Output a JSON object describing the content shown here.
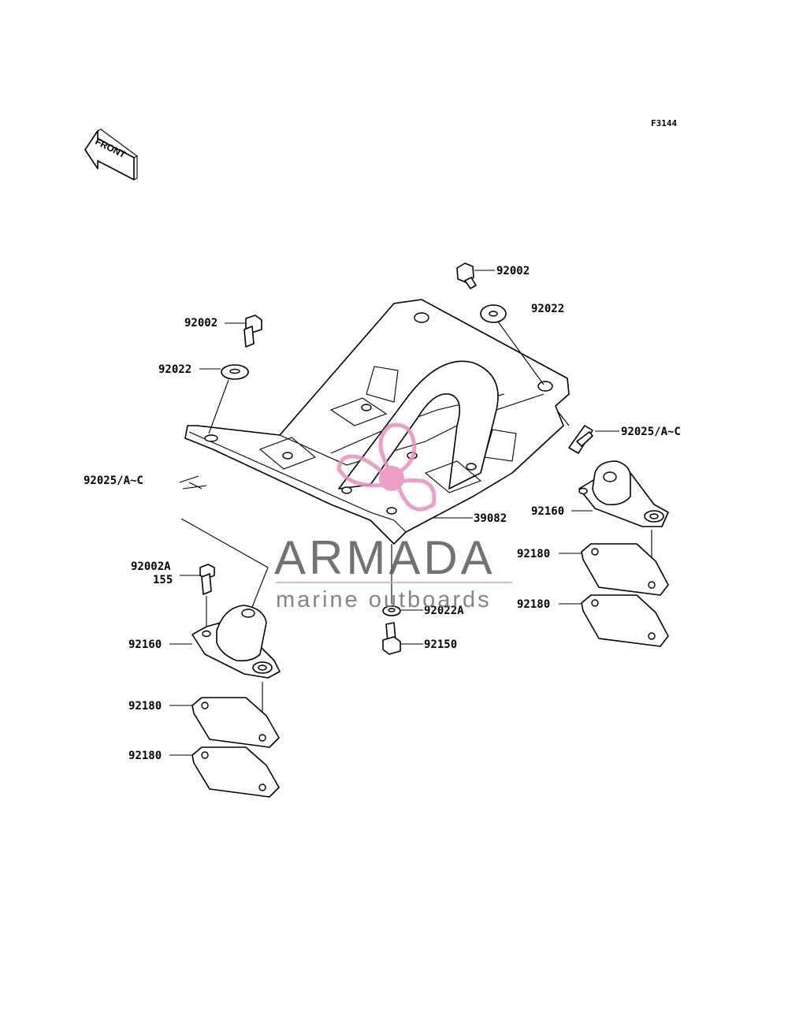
{
  "figure_id": "F3144",
  "front_arrow_label": "FRONT",
  "watermark": {
    "brand": "ARMADA",
    "tagline": "marine outboards",
    "propeller_color": "#e88fbf",
    "brand_color": "#5a5a5a",
    "line_color": "#e9a3c9"
  },
  "callouts": {
    "bolt_top_right": "92002",
    "washer_top_right": "92022",
    "bolt_top_left": "92002",
    "washer_top_left": "92022",
    "clip_right": "92025/A~C",
    "clip_left": "92025/A~C",
    "bed": "39082",
    "mount_right": "92160",
    "shim_right_1": "92180",
    "shim_right_2": "92180",
    "bolt_left_a": "92002A",
    "bolt_left_a_torque": "155",
    "washer_center": "92022A",
    "bolt_center": "92150",
    "mount_left": "92160",
    "shim_left_1": "92180",
    "shim_left_2": "92180"
  }
}
